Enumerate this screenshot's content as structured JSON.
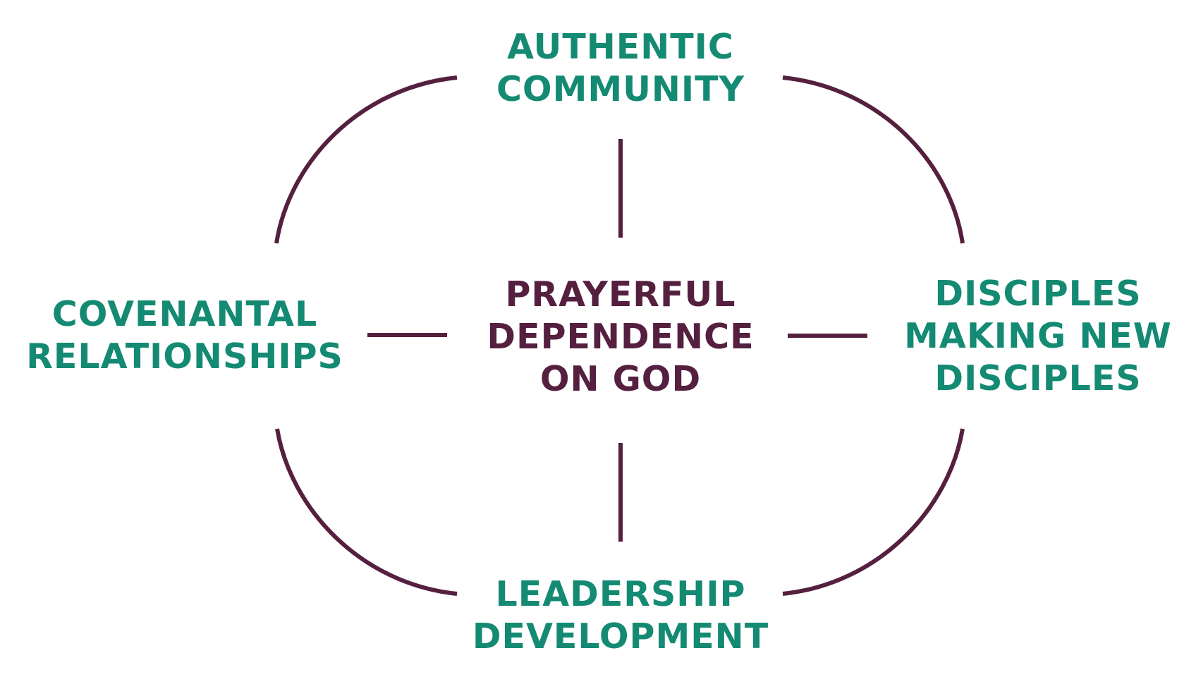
{
  "colors": {
    "outer_text": "#148a73",
    "center_text": "#55203f",
    "connector": "#55203f"
  },
  "nodes": {
    "top": {
      "lines": [
        "AUTHENTIC",
        "COMMUNITY"
      ]
    },
    "left": {
      "lines": [
        "COVENANTAL",
        "RELATIONSHIPS"
      ]
    },
    "center": {
      "lines": [
        "PRAYERFUL",
        "DEPENDENCE",
        "ON GOD"
      ]
    },
    "right": {
      "lines": [
        "DISCIPLES",
        "MAKING NEW",
        "DISCIPLES"
      ]
    },
    "bottom": {
      "lines": [
        "LEADERSHIP",
        "DEVELOPMENT"
      ]
    }
  }
}
